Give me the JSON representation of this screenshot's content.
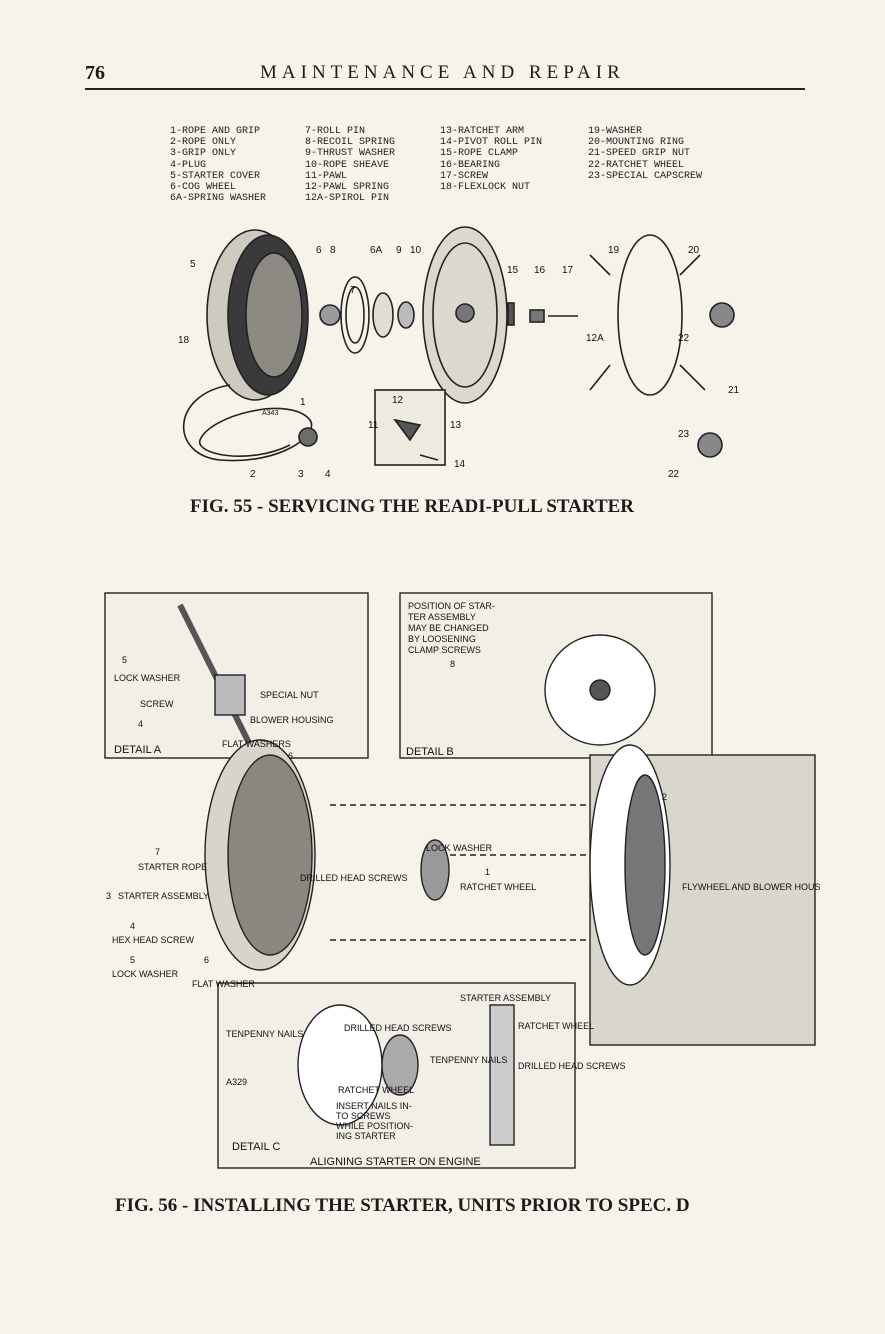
{
  "header": {
    "page_number": "76",
    "title": "MAINTENANCE AND REPAIR"
  },
  "parts_legend": {
    "columns": [
      [
        "1-ROPE AND GRIP",
        "2-ROPE ONLY",
        "3-GRIP ONLY",
        "4-PLUG",
        "5-STARTER COVER",
        "6-COG WHEEL",
        "6A-SPRING WASHER"
      ],
      [
        "7-ROLL PIN",
        "8-RECOIL SPRING",
        "9-THRUST WASHER",
        "10-ROPE SHEAVE",
        "11-PAWL",
        "12-PAWL SPRING",
        "12A-SPIROL PIN"
      ],
      [
        "13-RATCHET ARM",
        "14-PIVOT ROLL PIN",
        "15-ROPE CLAMP",
        "16-BEARING",
        "17-SCREW",
        "18-FLEXLOCK NUT"
      ],
      [
        "19-WASHER",
        "20-MOUNTING RING",
        "21-SPEED GRIP NUT",
        "22-RATCHET WHEEL",
        "23-SPECIAL CAPSCREW"
      ]
    ]
  },
  "fig55": {
    "callouts": [
      "5",
      "18",
      "6",
      "8",
      "6A",
      "9",
      "10",
      "7",
      "15",
      "16",
      "17",
      "19",
      "20",
      "12A",
      "22",
      "21",
      "1",
      "2",
      "3",
      "4",
      "12",
      "11",
      "13",
      "14",
      "23",
      "22"
    ],
    "code": "A343",
    "caption": "FIG. 55 - SERVICING THE READI-PULL STARTER"
  },
  "fig56": {
    "detail_a": {
      "title": "DETAIL A",
      "lock_washer": "LOCK WASHER",
      "lock_washer_num": "5",
      "screw": "SCREW",
      "screw_num": "4",
      "special_nut": "SPECIAL NUT",
      "blower_housing": "BLOWER HOUSING",
      "flat_washers": "FLAT WASHERS",
      "flat_washers_num": "6"
    },
    "detail_b": {
      "title": "DETAIL B",
      "note": [
        "POSITION OF STAR-",
        "TER ASSEMBLY",
        "MAY BE CHANGED",
        "BY LOOSENING",
        "CLAMP SCREWS"
      ],
      "num": "8"
    },
    "main": {
      "starter_rope": "STARTER ROPE",
      "starter_rope_num": "7",
      "starter_assembly": "STARTER ASSEMBLY",
      "starter_assembly_num": "3",
      "hex_head_screw": "HEX HEAD SCREW",
      "hex_head_screw_num": "4",
      "lock_washer": "LOCK WASHER",
      "lock_washer_num": "5",
      "flat_washer": "FLAT WASHER",
      "flat_washer_num": "6",
      "drilled_head_screws": "DRILLED HEAD SCREWS",
      "lock_washer_top": "LOCK WASHER",
      "ratchet_wheel": "RATCHET WHEEL",
      "ratchet_wheel_num": "1",
      "flywheel_blower": "FLYWHEEL AND BLOWER HOUSING",
      "flywheel_num": "2"
    },
    "detail_c": {
      "title": "DETAIL C",
      "code": "A329",
      "tenpenny_nails": "TENPENNY NAILS",
      "drilled_head_screws": "DRILLED HEAD SCREWS",
      "ratchet_wheel": "RATCHET WHEEL",
      "insert_note": [
        "INSERT NAILS IN-",
        "TO SCREWS",
        "WHILE POSITION-",
        "ING STARTER"
      ],
      "starter_assembly": "STARTER ASSEMBLY",
      "ratchet_wheel_r": "RATCHET WHEEL",
      "tenpenny_nails_r": "TENPENNY NAILS",
      "drilled_head_screws_r": "DRILLED HEAD SCREWS",
      "bottom_caption": "ALIGNING STARTER ON ENGINE"
    },
    "caption": "FIG. 56 - INSTALLING THE STARTER, UNITS PRIOR TO SPEC. D"
  }
}
